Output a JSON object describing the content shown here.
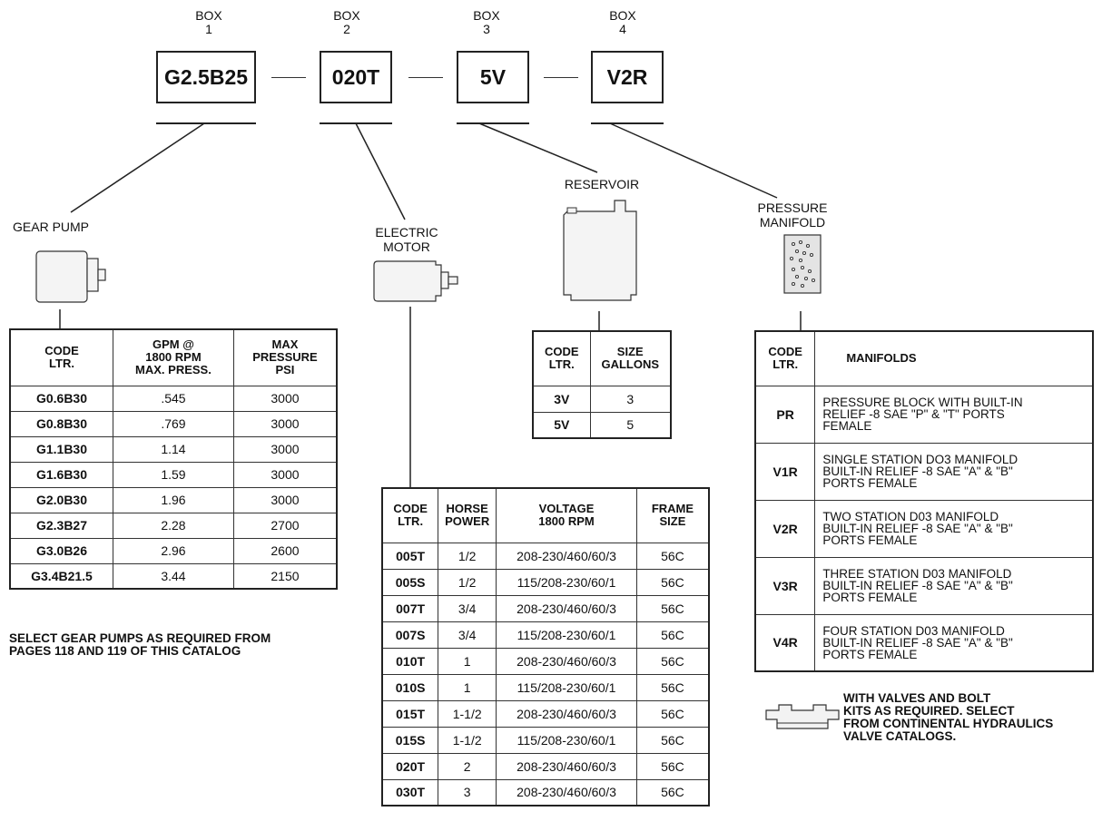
{
  "boxes": [
    {
      "label": "BOX\n1",
      "code": "G2.5B25"
    },
    {
      "label": "BOX\n2",
      "code": "020T"
    },
    {
      "label": "BOX\n3",
      "code": "5V"
    },
    {
      "label": "BOX\n4",
      "code": "V2R"
    }
  ],
  "components": {
    "gear_pump": "GEAR PUMP",
    "electric_motor": "ELECTRIC\nMOTOR",
    "reservoir": "RESERVOIR",
    "pressure_manifold": "PRESSURE\nMANIFOLD"
  },
  "pump_table": {
    "headers": [
      "CODE\nLTR.",
      "GPM @\n1800 RPM\nMAX. PRESS.",
      "MAX\nPRESSURE\nPSI"
    ],
    "rows": [
      [
        "G0.6B30",
        ".545",
        "3000"
      ],
      [
        "G0.8B30",
        ".769",
        "3000"
      ],
      [
        "G1.1B30",
        "1.14",
        "3000"
      ],
      [
        "G1.6B30",
        "1.59",
        "3000"
      ],
      [
        "G2.0B30",
        "1.96",
        "3000"
      ],
      [
        "G2.3B27",
        "2.28",
        "2700"
      ],
      [
        "G3.0B26",
        "2.96",
        "2600"
      ],
      [
        "G3.4B21.5",
        "3.44",
        "2150"
      ]
    ]
  },
  "pump_note": "SELECT GEAR PUMPS AS REQUIRED FROM\nPAGES 118 AND 119 OF THIS CATALOG",
  "motor_table": {
    "headers": [
      "CODE\nLTR.",
      "HORSE\nPOWER",
      "VOLTAGE\n1800 RPM",
      "FRAME\nSIZE"
    ],
    "rows": [
      [
        "005T",
        "1/2",
        "208-230/460/60/3",
        "56C"
      ],
      [
        "005S",
        "1/2",
        "115/208-230/60/1",
        "56C"
      ],
      [
        "007T",
        "3/4",
        "208-230/460/60/3",
        "56C"
      ],
      [
        "007S",
        "3/4",
        "115/208-230/60/1",
        "56C"
      ],
      [
        "010T",
        "1",
        "208-230/460/60/3",
        "56C"
      ],
      [
        "010S",
        "1",
        "115/208-230/60/1",
        "56C"
      ],
      [
        "015T",
        "1-1/2",
        "208-230/460/60/3",
        "56C"
      ],
      [
        "015S",
        "1-1/2",
        "115/208-230/60/1",
        "56C"
      ],
      [
        "020T",
        "2",
        "208-230/460/60/3",
        "56C"
      ],
      [
        "030T",
        "3",
        "208-230/460/60/3",
        "56C"
      ]
    ]
  },
  "reservoir_table": {
    "headers": [
      "CODE\nLTR.",
      "SIZE\nGALLONS"
    ],
    "rows": [
      [
        "3V",
        "3"
      ],
      [
        "5V",
        "5"
      ]
    ]
  },
  "manifold_table": {
    "headers": [
      "CODE\nLTR.",
      "MANIFOLDS"
    ],
    "rows": [
      [
        "PR",
        "PRESSURE BLOCK WITH BUILT-IN\nRELIEF -8 SAE \"P\" & \"T\" PORTS\nFEMALE"
      ],
      [
        "V1R",
        "SINGLE STATION DO3 MANIFOLD\nBUILT-IN RELIEF -8 SAE \"A\" & \"B\"\nPORTS FEMALE"
      ],
      [
        "V2R",
        "TWO STATION D03 MANIFOLD\nBUILT-IN RELIEF -8 SAE \"A\" & \"B\"\nPORTS FEMALE"
      ],
      [
        "V3R",
        "THREE STATION D03 MANIFOLD\nBUILT-IN RELIEF -8 SAE \"A\" & \"B\"\nPORTS FEMALE"
      ],
      [
        "V4R",
        "FOUR STATION D03 MANIFOLD\nBUILT-IN RELIEF -8 SAE \"A\" & \"B\"\nPORTS FEMALE"
      ]
    ]
  },
  "valve_note": "WITH VALVES AND BOLT\nKITS AS REQUIRED. SELECT\nFROM CONTINENTAL HYDRAULICS\nVALVE CATALOGS."
}
